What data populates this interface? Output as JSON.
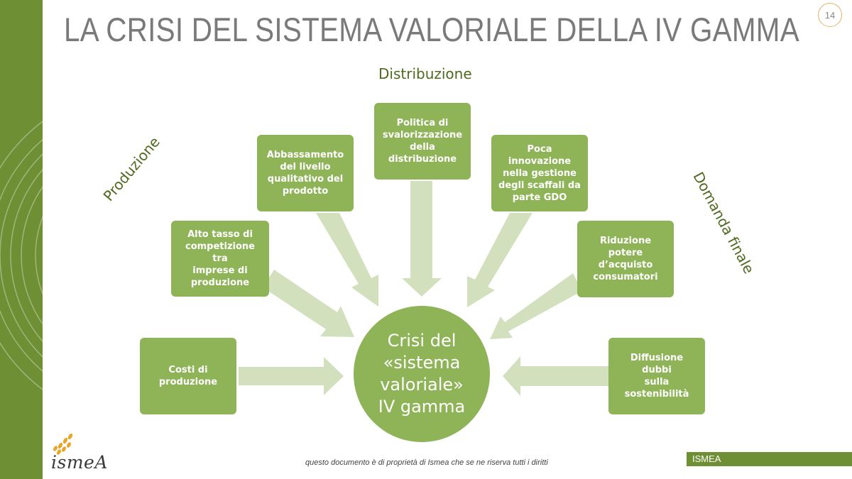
{
  "slide": {
    "title": "LA CRISI DEL SISTEMA VALORIALE DELLA IV GAMMA",
    "page_number": "14"
  },
  "groups": {
    "distribuzione": "Distribuzione",
    "produzione": "Produzione",
    "domanda": "Domanda finale"
  },
  "causes": [
    "Costi di\nproduzione",
    "Alto tasso di\ncompetizione tra\nimprese di\nproduzione",
    "Abbassamento\ndel livello\nqualitativo del\nprodotto",
    "Politica di\nsvalorizzazione\ndella\ndistribuzione",
    "Poca innovazione\nnella gestione\ndegli scaffali da\nparte GDO",
    "Riduzione potere\nd’acquisto\nconsumatori",
    "Diffusione dubbi\nsulla sostenibilità"
  ],
  "center": "Crisi del\n«sistema\nvaloriale»\nIV gamma",
  "footer": {
    "note": "questo documento è di proprietà di Ismea che se ne riserva tutti i diritti",
    "brand": "ISMEA",
    "logo_text": "ismeA"
  },
  "colors": {
    "sidebar": "#6e8f34",
    "box": "#8fb458",
    "arrow": "#d3e0bd",
    "group_label": "#4e6a1f",
    "title": "#7a7a7a"
  }
}
